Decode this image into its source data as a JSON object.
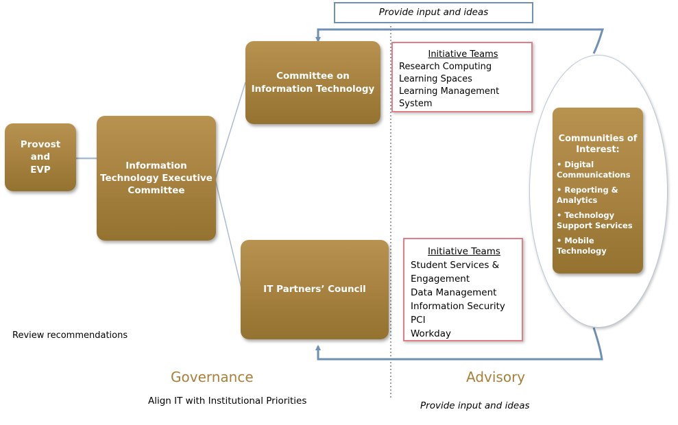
{
  "top_box": {
    "text": "Provide input and ideas"
  },
  "provost_box": {
    "lines": [
      "Provost",
      "and",
      "EVP"
    ]
  },
  "itec_box": {
    "lines": [
      "Information",
      "Technology Executive",
      "Committee"
    ]
  },
  "coit_box": {
    "lines": [
      "Committee on",
      "Information Technology"
    ]
  },
  "itpc_box": {
    "lines": [
      "IT Partners’ Council"
    ]
  },
  "initiative_teams_1": {
    "heading": "Initiative Teams",
    "items": [
      "Research Computing",
      "Learning Spaces",
      "Learning Management",
      "System"
    ]
  },
  "initiative_teams_2": {
    "heading": "Initiative Teams",
    "items": [
      "Student Services &",
      "Engagement",
      "Data Management",
      "Information Security",
      "PCI",
      "Workday"
    ]
  },
  "communities": {
    "title_lines": [
      "Communities of",
      "Interest:"
    ],
    "items": [
      "• Digital Communications",
      "• Reporting & Analytics",
      "• Technology Support Services",
      "• Mobile Technology"
    ]
  },
  "labels": {
    "review": "Review recommendations",
    "governance": "Governance",
    "advisory": "Advisory",
    "align": "Align IT with Institutional Priorities",
    "provide_bottom": "Provide input and ideas"
  },
  "colors": {
    "box_gold": "#a5803f",
    "section_text": "#a87f3a",
    "arrow_blue": "#6f8fb5",
    "team_border": "#e07d86",
    "connector": "#a8bdd0"
  }
}
